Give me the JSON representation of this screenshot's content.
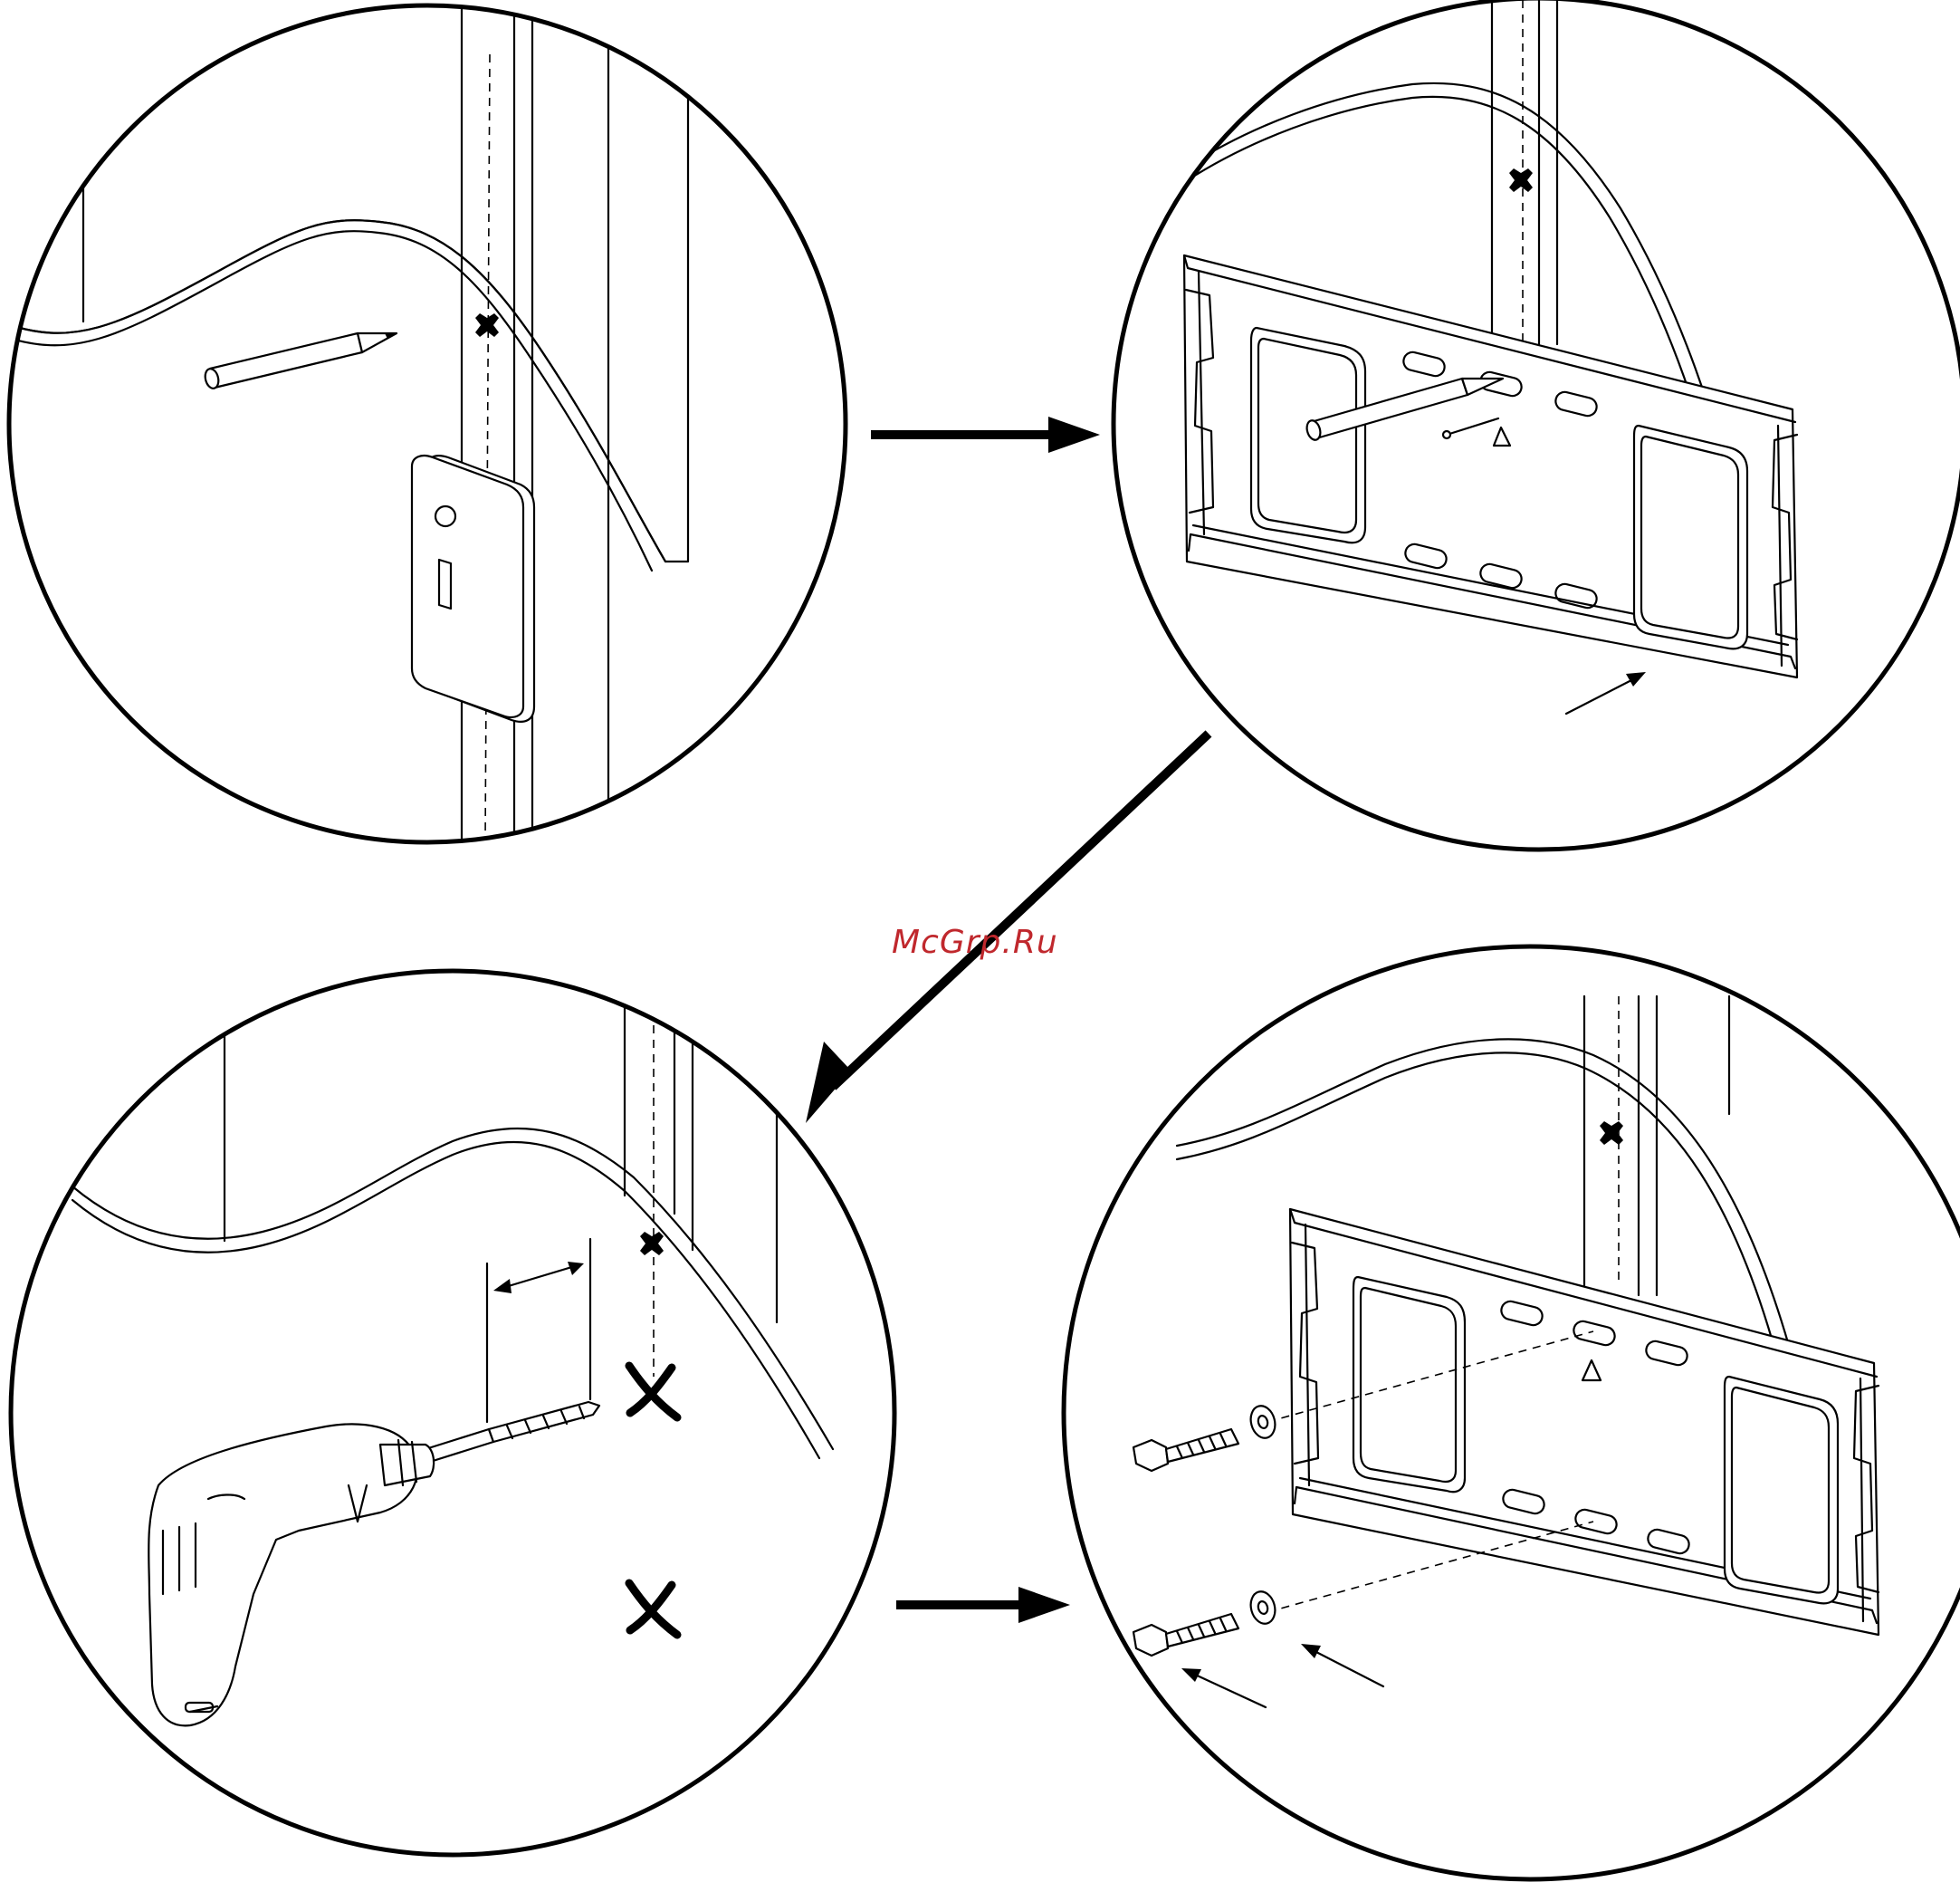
{
  "watermark": {
    "text": "McGrp.Ru",
    "color": "#c0282d"
  },
  "steps": [
    {
      "id": "mark-stud-center",
      "content": [
        "wall-studs",
        "pencil",
        "light-switch-plate",
        "pencil-mark",
        "stud-center-line"
      ]
    },
    {
      "id": "position-wall-plate",
      "content": [
        "wall-plate",
        "pencil",
        "level",
        "pencil-mark",
        "pointer-arrow"
      ]
    },
    {
      "id": "drill-pilot-holes",
      "content": [
        "drill",
        "drill-bit",
        "drill-depth-marker",
        "hole-marks"
      ]
    },
    {
      "id": "attach-lag-bolts",
      "content": [
        "wall-plate",
        "lag-bolts",
        "washers",
        "pointer-arrows"
      ]
    }
  ],
  "flow_arrows": [
    "step1-to-step2",
    "step2-to-step3",
    "step3-to-step4"
  ],
  "colors": {
    "line": "#000000",
    "background": "#ffffff"
  }
}
